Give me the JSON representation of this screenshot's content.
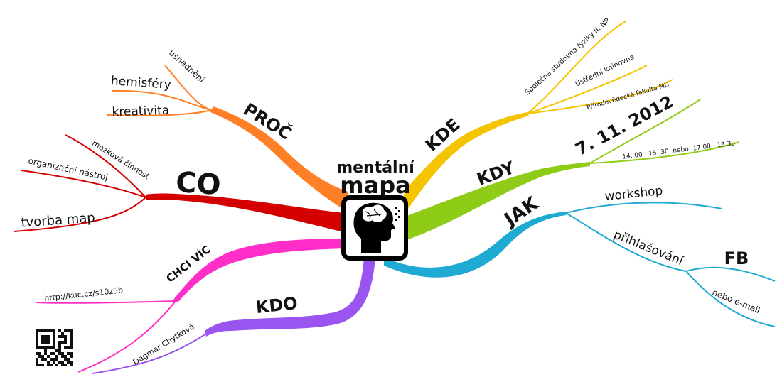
{
  "center": {
    "title_line1": "mentální",
    "title_line2": "mapa",
    "icon": "head-brain-icon"
  },
  "colors": {
    "co": "#d40000",
    "proc": "#ff7f27",
    "kde": "#f5c400",
    "kdy": "#8fcc18",
    "jak": "#1eaad2",
    "kdo": "#9a55f0",
    "chci": "#ff2ec8"
  },
  "branches": {
    "co": {
      "label": "CO",
      "children": [
        "mozková činnost",
        "organizační nástroj",
        "tvorba map"
      ]
    },
    "proc": {
      "label": "PROČ",
      "children": [
        "usnadnění",
        "hemisféry",
        "kreativita"
      ]
    },
    "kde": {
      "label": "KDE",
      "children": [
        "Společná studovna fyziky II. NP",
        "Ústřední knihovna",
        "Přírodovědecká fakulta MU"
      ]
    },
    "kdy": {
      "label": "KDY",
      "date": "7. 11. 2012",
      "times": "14. 00   15. 30  nebo  17.00   18.30"
    },
    "jak": {
      "label": "JAK",
      "children": [
        "workshop",
        "přihlašování"
      ],
      "sub": [
        "FB",
        "nebo e-mail"
      ]
    },
    "kdo": {
      "label": "KDO",
      "children": [
        "Dagmar Chytková"
      ]
    },
    "chci": {
      "label": "CHCI VÍC",
      "children": [
        "http://kuc.cz/s10z5b"
      ],
      "qr": "qr-code"
    }
  }
}
